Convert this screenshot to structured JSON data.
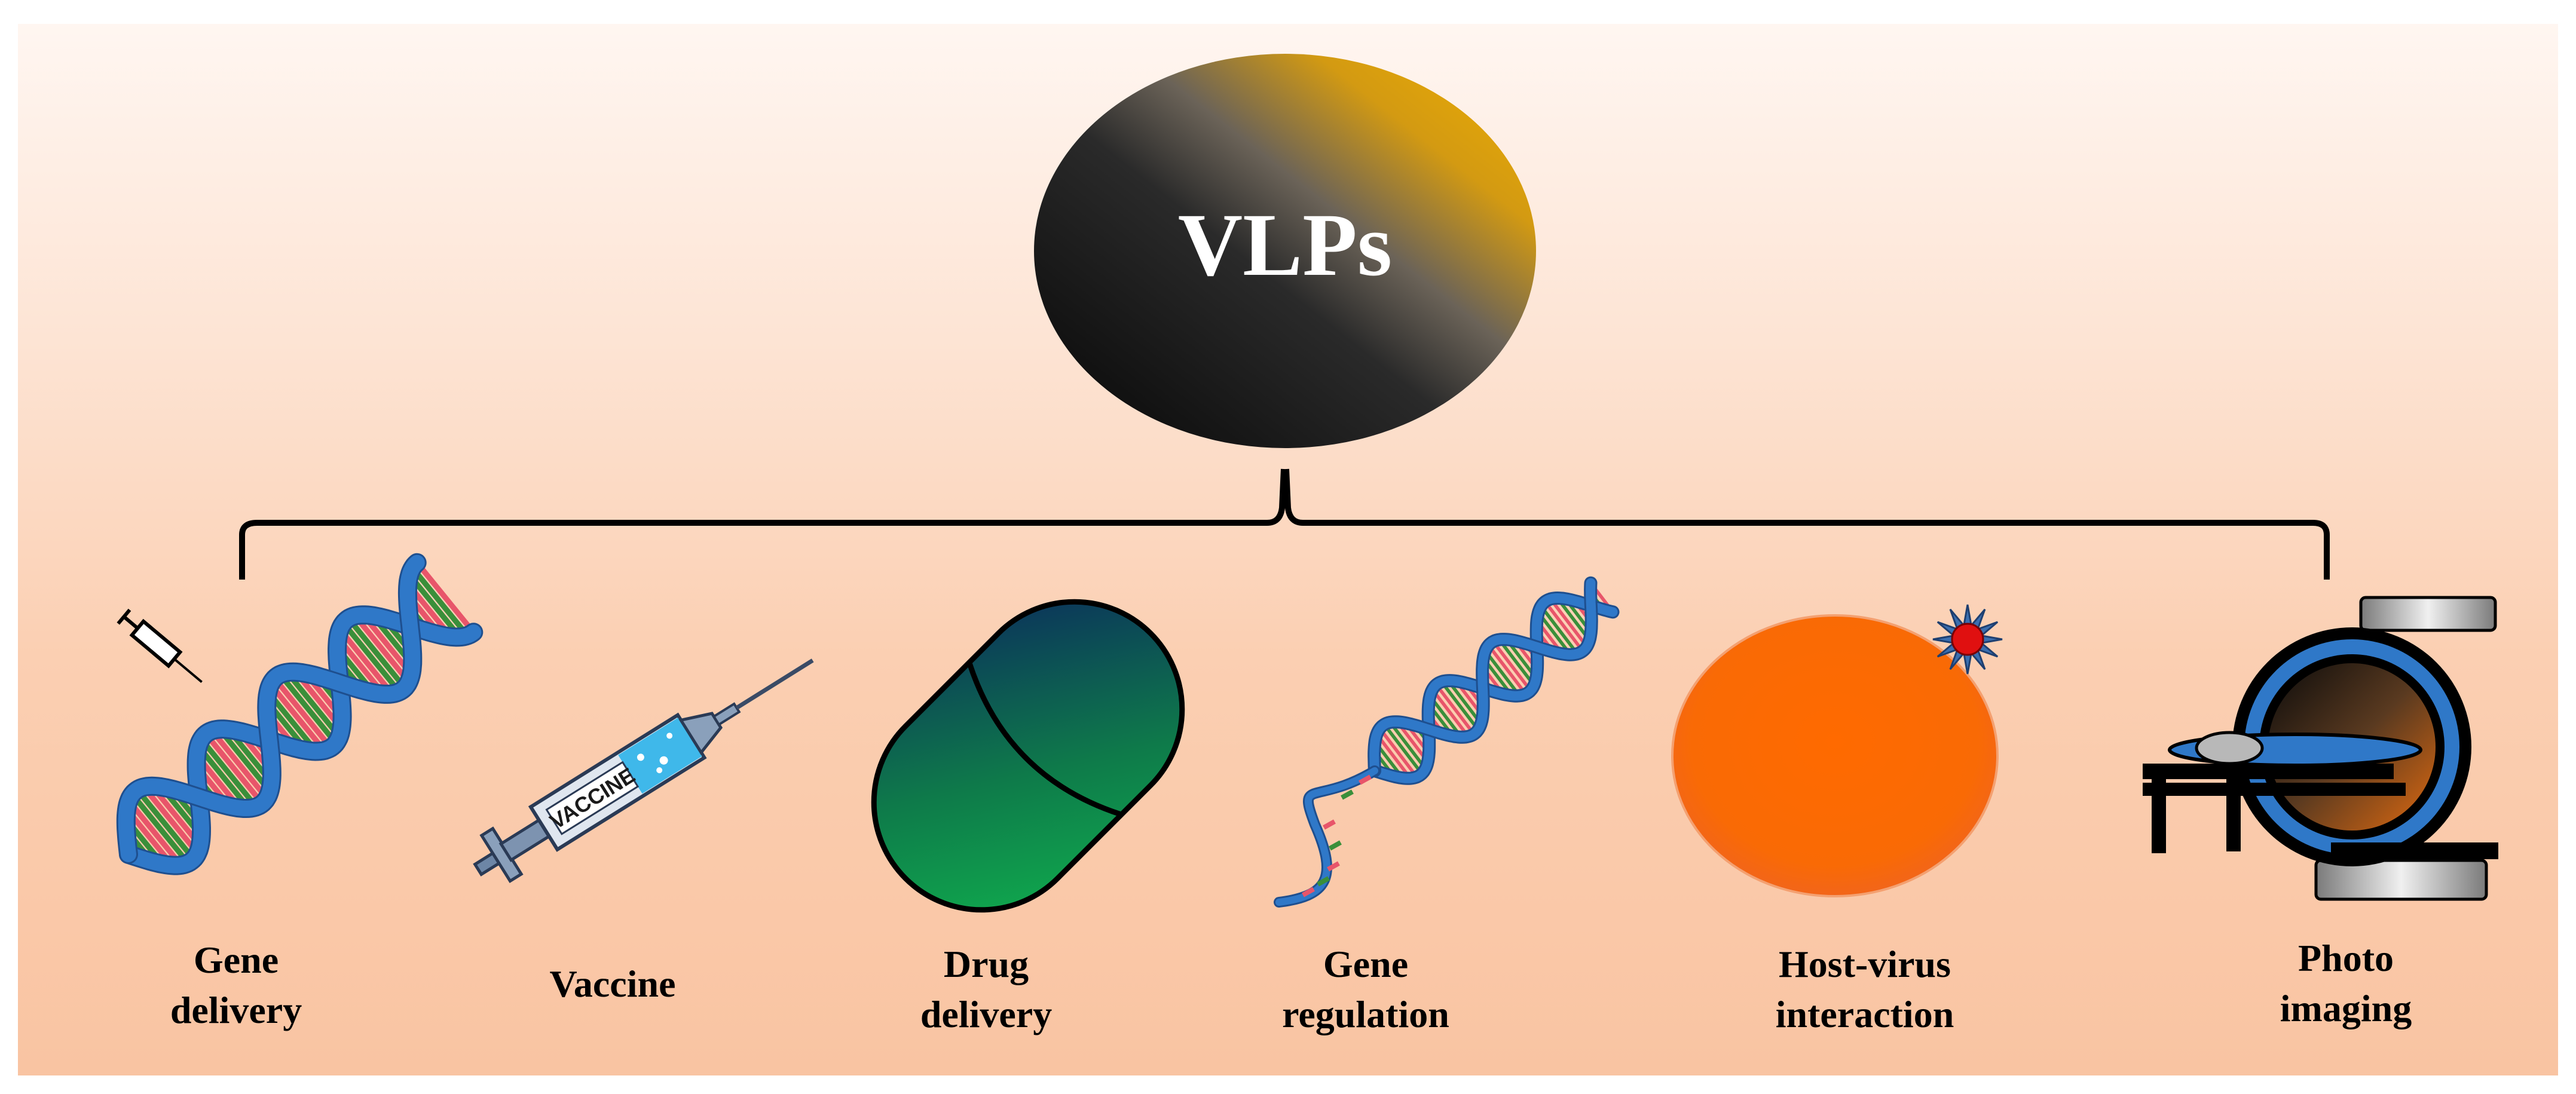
{
  "center": {
    "title": "VLPs"
  },
  "applications": [
    {
      "id": "gene-delivery",
      "lines": [
        "Gene",
        "delivery"
      ],
      "icon": "dna-syringe-icon"
    },
    {
      "id": "vaccine",
      "lines": [
        "Vaccine"
      ],
      "icon": "vaccine-syringe-icon"
    },
    {
      "id": "drug-delivery",
      "lines": [
        "Drug",
        "delivery"
      ],
      "icon": "capsule-icon"
    },
    {
      "id": "gene-regulation",
      "lines": [
        "Gene",
        "regulation"
      ],
      "icon": "unwinding-dna-icon"
    },
    {
      "id": "host-virus-interaction",
      "lines": [
        "Host-virus",
        "interaction"
      ],
      "icon": "cell-virus-icon"
    },
    {
      "id": "photo-imaging",
      "lines": [
        "Photo",
        "imaging"
      ],
      "icon": "scanner-icon"
    }
  ],
  "syringe_label": "VACCINE",
  "colors": {
    "background_top": "#fff6f1",
    "background_bottom": "#f9c4a2",
    "dna_backbone": "#2f78c8",
    "dna_rung_red": "#e8556a",
    "dna_rung_green": "#3a8f3a",
    "capsule_green": "#10b04e",
    "capsule_navy": "#0b2a5e",
    "cell_orange": "#ff6a00",
    "virus_red": "#e01010"
  }
}
